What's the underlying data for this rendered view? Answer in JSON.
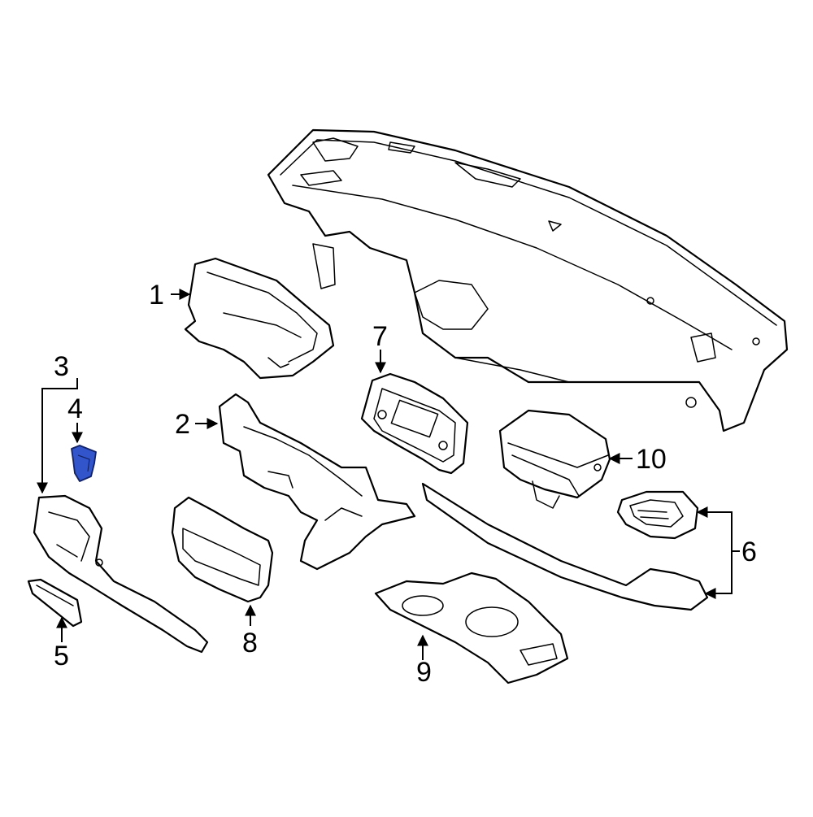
{
  "colors": {
    "line": "#000000",
    "highlight_fill": "#3355cc",
    "highlight_stroke": "#112266",
    "background": "#ffffff"
  },
  "callouts": {
    "c1": "1",
    "c2": "2",
    "c3": "3",
    "c4": "4",
    "c5": "5",
    "c6": "6",
    "c7": "7",
    "c8": "8",
    "c9": "9",
    "c10": "10"
  }
}
